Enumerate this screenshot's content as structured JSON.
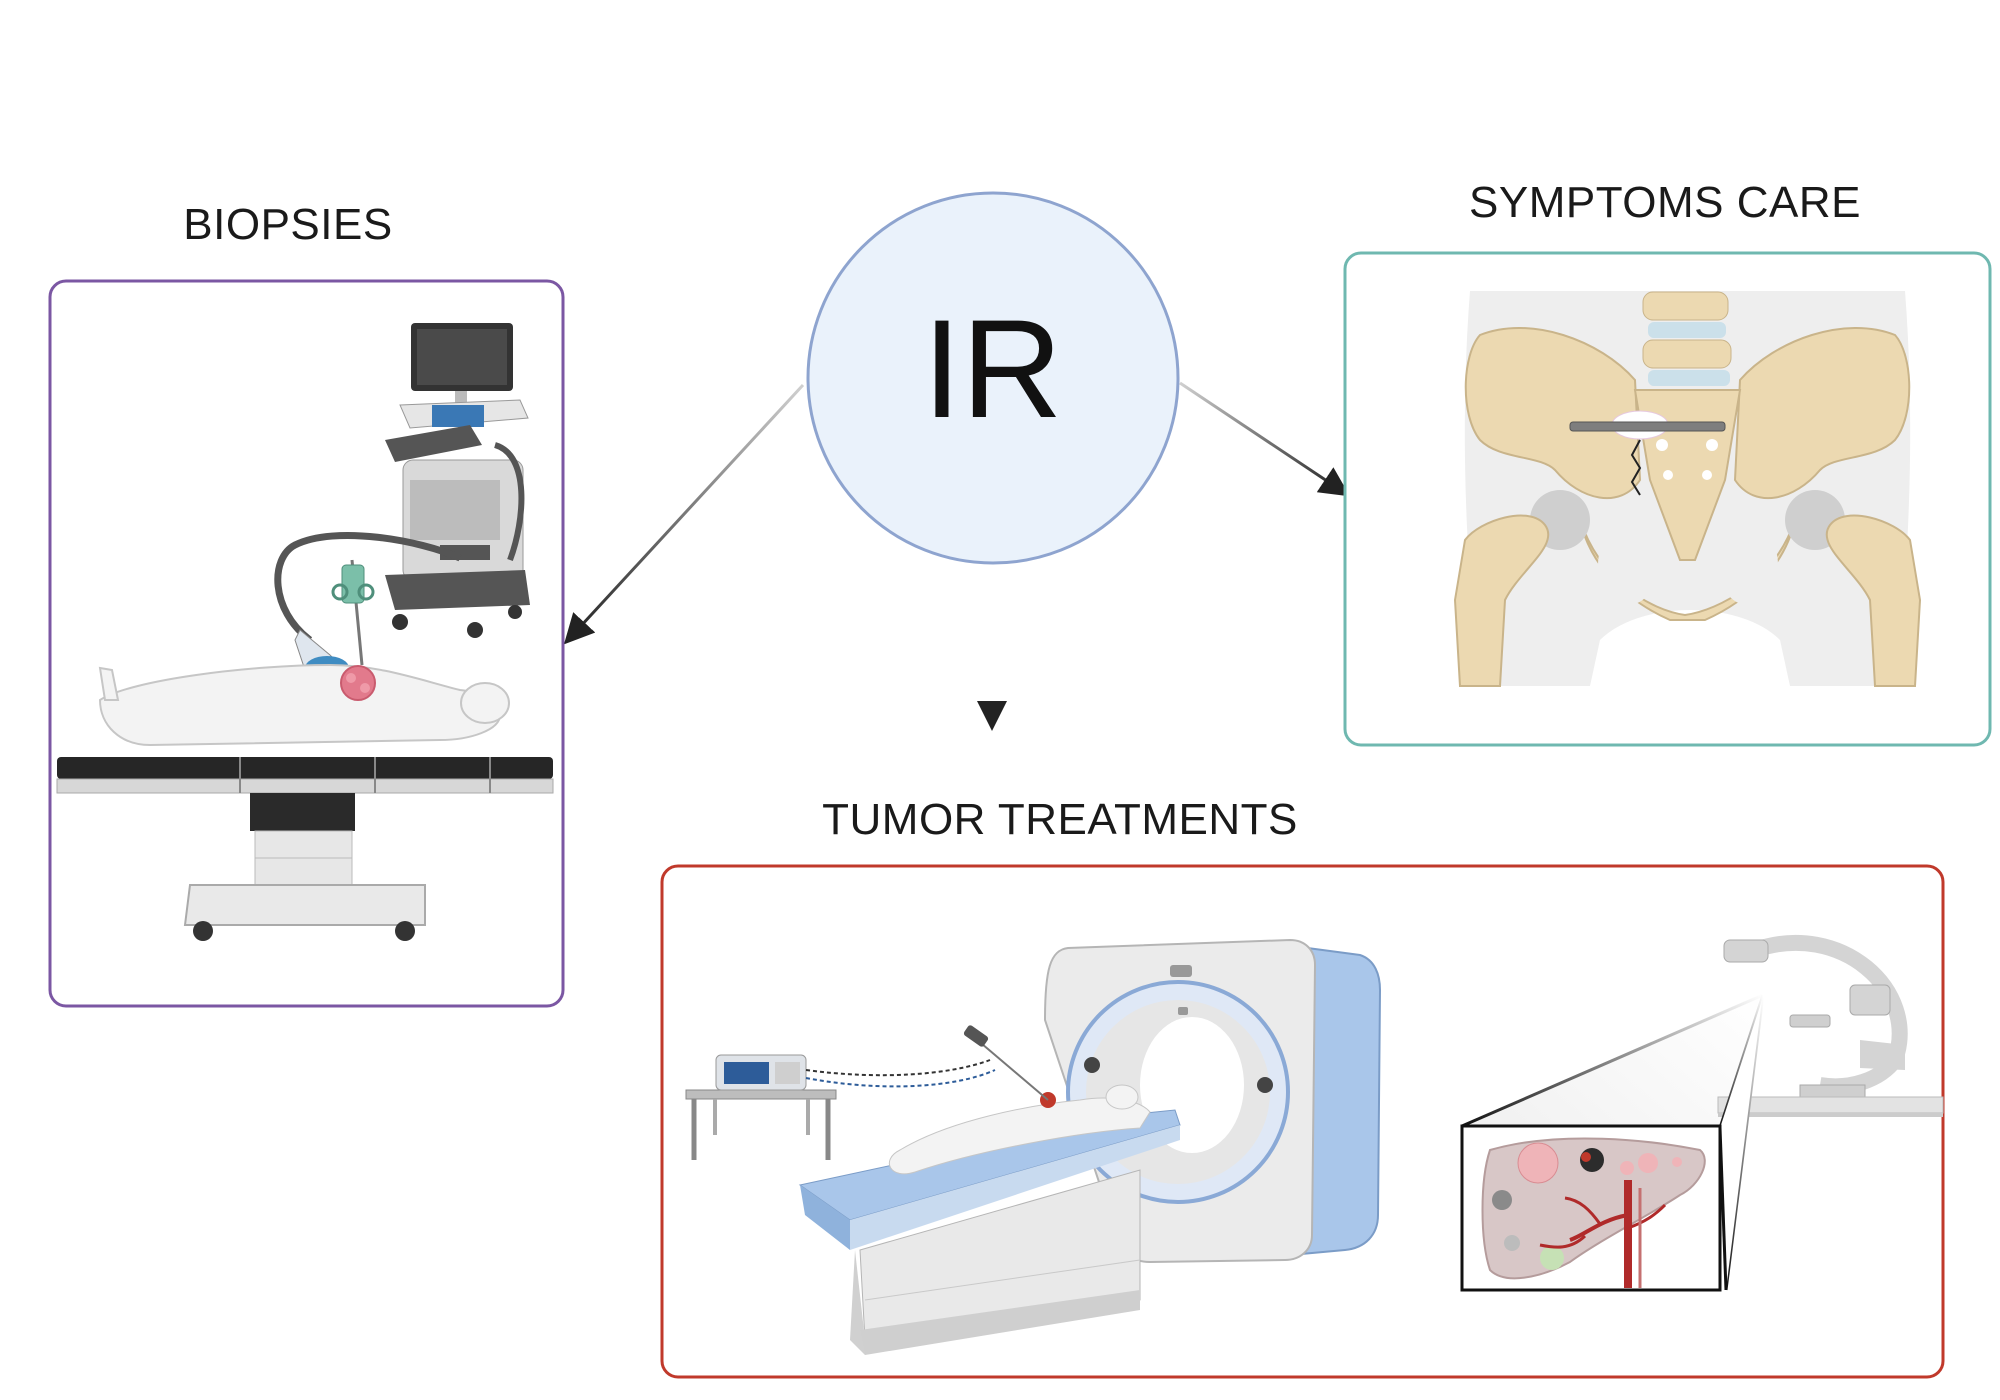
{
  "center": {
    "label": "IR"
  },
  "panels": {
    "biopsies": {
      "label": "BIOPSIES",
      "border_color": "#7b57a3"
    },
    "symptoms_care": {
      "label": "SYMPTOMS CARE",
      "border_color": "#6fb8b0"
    },
    "tumor_treatments": {
      "label": "TUMOR TREATMENTS",
      "border_color": "#c0392b"
    }
  },
  "colors": {
    "circle_fill": "#eaf2fb",
    "circle_stroke": "#8ea4cf",
    "arrow": "#222222"
  },
  "illustrations": {
    "biopsies": "ultrasound-guided-biopsy-illustration",
    "symptoms_care": "pelvis-sacroplasty-illustration",
    "tumor_treatments": [
      "ct-guided-ablation-illustration",
      "c-arm-liver-embolization-illustration"
    ]
  }
}
